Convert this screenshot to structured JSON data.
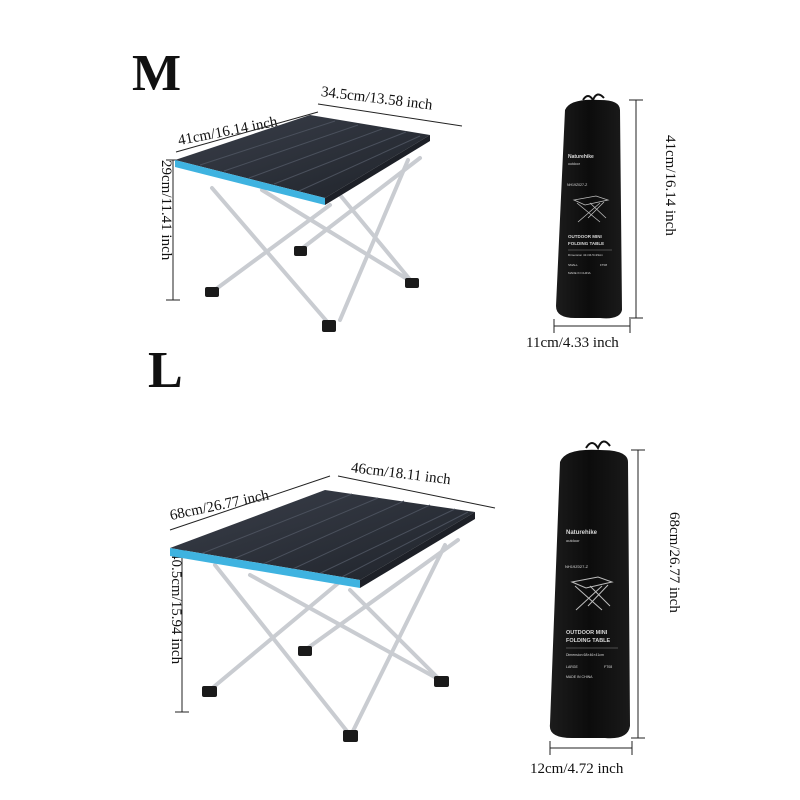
{
  "size_m": {
    "label": "M",
    "table_length": "41cm/16.14 inch",
    "table_width": "34.5cm/13.58 inch",
    "table_height": "29cm/11.41 inch",
    "bag_height": "41cm/16.14 inch",
    "bag_width": "11cm/4.33 inch",
    "bag": {
      "brand": "Naturehike",
      "sub": "outdoor",
      "model": "NH19Z027-Z",
      "title_line1": "OUTDOOR MINI",
      "title_line2": "FOLDING TABLE",
      "dimension": "Dimension 41×34.5×29cm",
      "size": "SMALL",
      "code": "FT08",
      "origin": "MADE IN CHINA"
    }
  },
  "size_l": {
    "label": "L",
    "table_length": "68cm/26.77 inch",
    "table_width": "46cm/18.11 inch",
    "table_height": "40.5cm/15.94 inch",
    "bag_height": "68cm/26.77 inch",
    "bag_width": "12cm/4.72 inch",
    "bag": {
      "brand": "Naturehike",
      "sub": "outdoor",
      "model": "NH19Z027-Z",
      "title_line1": "OUTDOOR MINI",
      "title_line2": "FOLDING TABLE",
      "dimension": "Dimension 68×46×41cm",
      "size": "LARGE",
      "code": "FT08",
      "origin": "MADE IN CHINA"
    }
  },
  "colors": {
    "tabletop": "#2b2f38",
    "edge": "#3fb3e0",
    "leg": "#c9ccd1",
    "bag": "#111111"
  }
}
